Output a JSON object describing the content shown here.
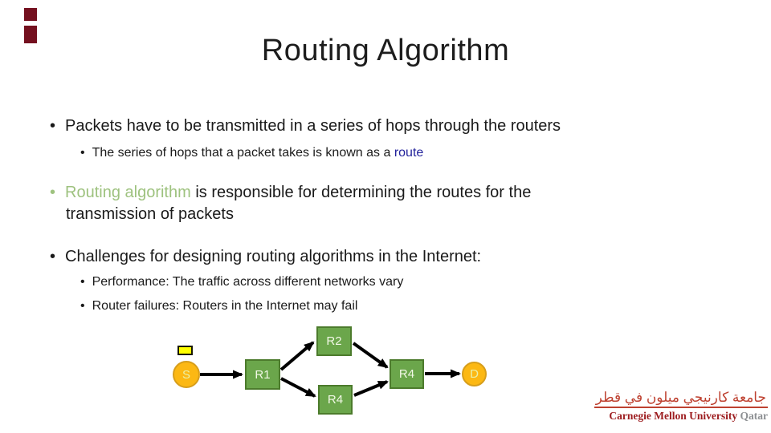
{
  "title": "Routing Algorithm",
  "ui": {
    "bullet": "•"
  },
  "bullets": {
    "b1": "Packets have to be transmitted in a series of hops through the routers",
    "b1_sub_pre": "The series of hops that a packet takes is known as a ",
    "b1_sub_highlight": "route",
    "b2_highlight": "Routing algorithm",
    "b2_rest": " is responsible for determining the routes for the",
    "b2_line2": "transmission of packets",
    "b3": "Challenges for designing routing algorithms in the Internet:",
    "b3_sub1": "Performance: The traffic across different networks vary",
    "b3_sub2": "Router failures: Routers in the Internet may fail"
  },
  "diagram": {
    "nodes": {
      "source": "S",
      "r1": "R1",
      "r2": "R2",
      "r4_lower": "R4",
      "r4_right": "R4",
      "dest": "D"
    }
  },
  "footer": {
    "arabic_name": "جامعة كارنيجي ميلون في قطر",
    "university": "Carnegie Mellon University",
    "campus": "Qatar"
  },
  "colors": {
    "highlight_green": "#9EC27F",
    "link_blue": "#23239B",
    "node_green": "#6BA64B",
    "node_border_green": "#4C7B2C",
    "endpoint_gold": "#FCB813",
    "packet_yellow": "#FFFF00",
    "corner_maroon": "#74101F",
    "logo_red": "#9C1B1E",
    "logo_gray": "#8D9093"
  }
}
